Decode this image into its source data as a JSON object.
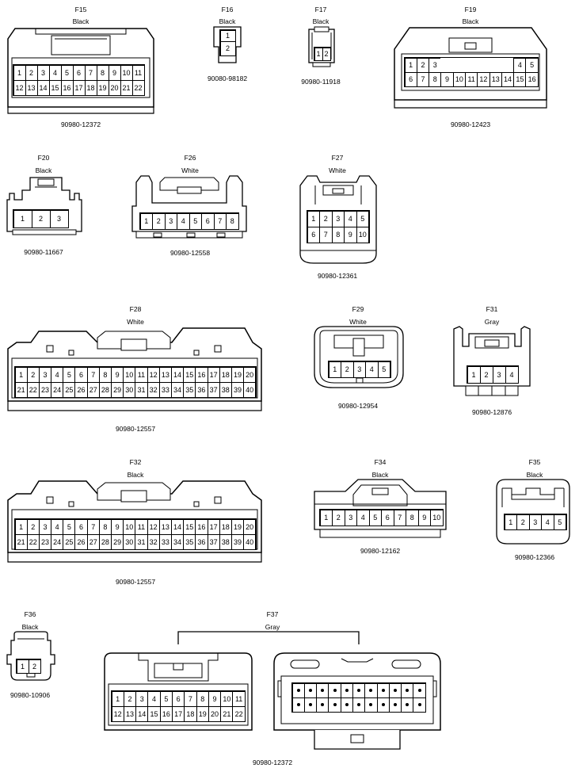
{
  "F15": {
    "id": "F15",
    "color": "Black",
    "part": "90980-12372",
    "row1": [
      "1",
      "2",
      "3",
      "4",
      "5",
      "6",
      "7",
      "8",
      "9",
      "10",
      "11"
    ],
    "row2": [
      "12",
      "13",
      "14",
      "15",
      "16",
      "17",
      "18",
      "19",
      "20",
      "21",
      "22"
    ]
  },
  "F16": {
    "id": "F16",
    "color": "Black",
    "part": "90080-98182",
    "pins": [
      "1",
      "2"
    ]
  },
  "F17": {
    "id": "F17",
    "color": "Black",
    "part": "90980-11918",
    "pins": [
      "1",
      "2"
    ]
  },
  "F19": {
    "id": "F19",
    "color": "Black",
    "part": "90980-12423",
    "row1": [
      "1",
      "2",
      "3",
      "",
      "",
      "",
      "",
      "",
      "",
      "4",
      "5"
    ],
    "row2": [
      "6",
      "7",
      "8",
      "9",
      "10",
      "11",
      "12",
      "13",
      "14",
      "15",
      "16"
    ]
  },
  "F20": {
    "id": "F20",
    "color": "Black",
    "part": "90980-11667",
    "pins": [
      "1",
      "2",
      "3"
    ]
  },
  "F26": {
    "id": "F26",
    "color": "White",
    "part": "90980-12558",
    "pins": [
      "1",
      "2",
      "3",
      "4",
      "5",
      "6",
      "7",
      "8"
    ]
  },
  "F27": {
    "id": "F27",
    "color": "White",
    "part": "90980-12361",
    "row1": [
      "1",
      "2",
      "3",
      "4",
      "5"
    ],
    "row2": [
      "6",
      "7",
      "8",
      "9",
      "10"
    ]
  },
  "F28": {
    "id": "F28",
    "color": "White",
    "part": "90980-12557",
    "row1": [
      "1",
      "2",
      "3",
      "4",
      "5",
      "6",
      "7",
      "8",
      "9",
      "10",
      "11",
      "12",
      "13",
      "14",
      "15",
      "16",
      "17",
      "18",
      "19",
      "20"
    ],
    "row2": [
      "21",
      "22",
      "23",
      "24",
      "25",
      "26",
      "27",
      "28",
      "29",
      "30",
      "31",
      "32",
      "33",
      "34",
      "35",
      "36",
      "37",
      "38",
      "39",
      "40"
    ]
  },
  "F29": {
    "id": "F29",
    "color": "White",
    "part": "90980-12954",
    "pins": [
      "1",
      "2",
      "3",
      "4",
      "5"
    ]
  },
  "F31": {
    "id": "F31",
    "color": "Gray",
    "part": "90980-12876",
    "pins": [
      "1",
      "2",
      "3",
      "4"
    ]
  },
  "F32": {
    "id": "F32",
    "color": "Black",
    "part": "90980-12557",
    "row1": [
      "1",
      "2",
      "3",
      "4",
      "5",
      "6",
      "7",
      "8",
      "9",
      "10",
      "11",
      "12",
      "13",
      "14",
      "15",
      "16",
      "17",
      "18",
      "19",
      "20"
    ],
    "row2": [
      "21",
      "22",
      "23",
      "24",
      "25",
      "26",
      "27",
      "28",
      "29",
      "30",
      "31",
      "32",
      "33",
      "34",
      "35",
      "36",
      "37",
      "38",
      "39",
      "40"
    ]
  },
  "F34": {
    "id": "F34",
    "color": "Black",
    "part": "90980-12162",
    "pins": [
      "1",
      "2",
      "3",
      "4",
      "5",
      "6",
      "7",
      "8",
      "9",
      "10"
    ]
  },
  "F35": {
    "id": "F35",
    "color": "Black",
    "part": "90980-12366",
    "pins": [
      "1",
      "2",
      "3",
      "4",
      "5"
    ]
  },
  "F36": {
    "id": "F36",
    "color": "Black",
    "part": "90980-10906",
    "pins": [
      "1",
      "2"
    ]
  },
  "F37": {
    "id": "F37",
    "color": "Gray",
    "part": "90980-12372",
    "row1": [
      "1",
      "2",
      "3",
      "4",
      "5",
      "6",
      "7",
      "8",
      "9",
      "10",
      "11"
    ],
    "row2": [
      "12",
      "13",
      "14",
      "15",
      "16",
      "17",
      "18",
      "19",
      "20",
      "21",
      "22"
    ]
  }
}
